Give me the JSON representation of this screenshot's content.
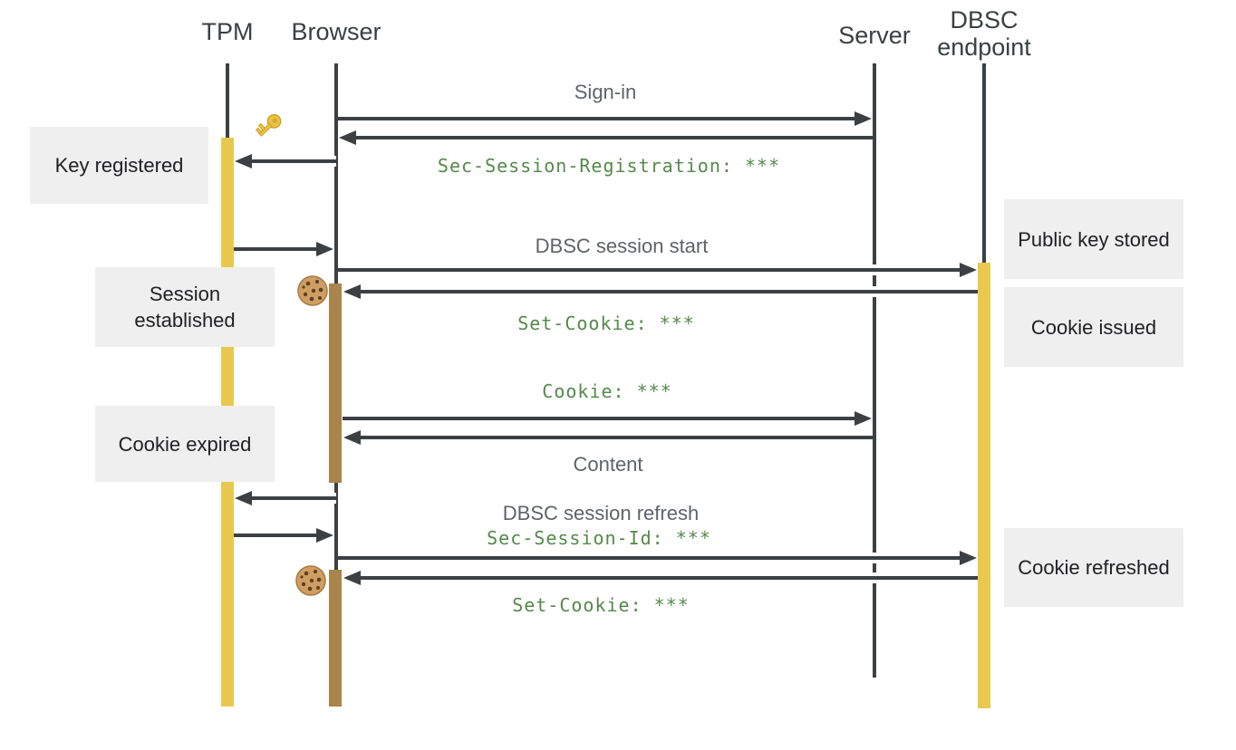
{
  "diagram": {
    "type": "sequence",
    "actors": [
      {
        "id": "tpm",
        "label": "TPM"
      },
      {
        "id": "browser",
        "label": "Browser"
      },
      {
        "id": "server",
        "label": "Server"
      },
      {
        "id": "dbsc-endpoint",
        "label": "DBSC endpoint"
      }
    ],
    "notes": [
      {
        "id": "key-registered",
        "label": "Key registered"
      },
      {
        "id": "session-established",
        "label": "Session established"
      },
      {
        "id": "cookie-expired",
        "label": "Cookie expired"
      },
      {
        "id": "public-key-stored",
        "label": "Public key stored"
      },
      {
        "id": "cookie-issued",
        "label": "Cookie issued"
      },
      {
        "id": "cookie-refreshed",
        "label": "Cookie refreshed"
      }
    ],
    "messages": [
      {
        "id": "sign-in",
        "label": "Sign-in",
        "style": "plain",
        "from": "browser",
        "to": "server"
      },
      {
        "id": "sec-session-registration",
        "label": "Sec-Session-Registration: ***",
        "style": "code",
        "from": "server",
        "to": "browser"
      },
      {
        "id": "dbsc-session-start",
        "label": "DBSC session start",
        "style": "plain",
        "from": "browser",
        "to": "dbsc-endpoint"
      },
      {
        "id": "set-cookie-1",
        "label": "Set-Cookie: ***",
        "style": "code",
        "from": "dbsc-endpoint",
        "to": "browser"
      },
      {
        "id": "cookie-header",
        "label": "Cookie: ***",
        "style": "code",
        "from": "browser",
        "to": "server"
      },
      {
        "id": "content",
        "label": "Content",
        "style": "plain",
        "from": "server",
        "to": "browser"
      },
      {
        "id": "dbsc-session-refresh",
        "label": "DBSC session refresh",
        "style": "plain",
        "from": "browser",
        "to": "dbsc-endpoint"
      },
      {
        "id": "sec-session-id",
        "label": "Sec-Session-Id: ***",
        "style": "code",
        "from": "browser",
        "to": "dbsc-endpoint"
      },
      {
        "id": "set-cookie-2",
        "label": "Set-Cookie: ***",
        "style": "code",
        "from": "dbsc-endpoint",
        "to": "browser"
      }
    ],
    "icons": [
      "key-icon",
      "cookie-icon",
      "cookie-icon"
    ],
    "colors": {
      "lifeline": "#3c4043",
      "tpm_activation": "#e8c94e",
      "dbsc_activation": "#e8c94e",
      "browser_activation": "#a9844b",
      "note_background": "#efefef",
      "note_text": "#202124",
      "message_text": "#5f6368",
      "code_text": "#54894a"
    }
  }
}
